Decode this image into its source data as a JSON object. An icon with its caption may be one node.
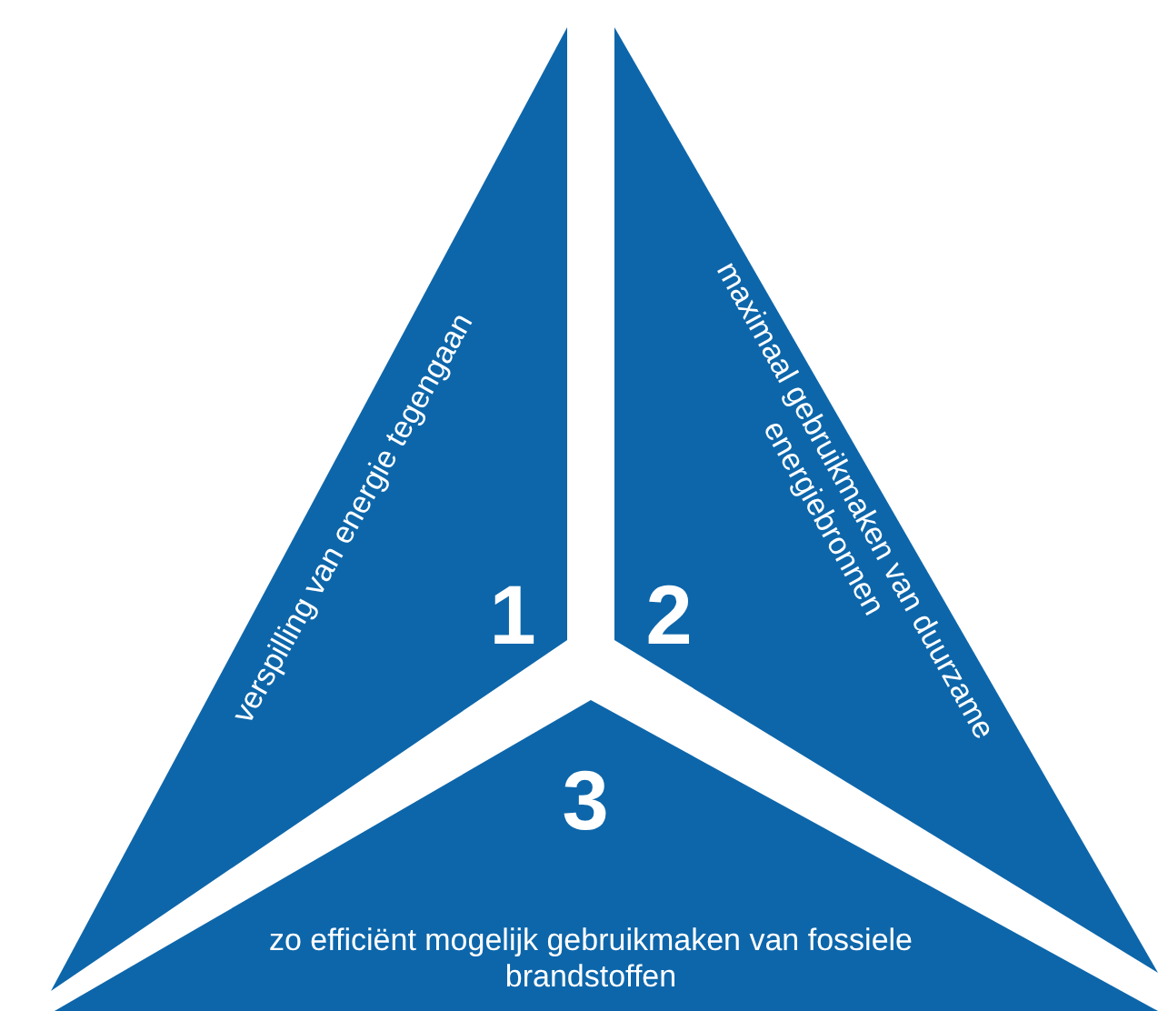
{
  "diagram": {
    "nodes": [
      {
        "text": [
          "1",
          "verspilling van energie tegengaan"
        ]
      },
      {
        "text": [
          "2",
          "maximaal gebruikmaken van duurzame energiebronnen"
        ]
      },
      {
        "text": [
          "3",
          "zo efficiënt mogelijk gebruikmaken van fossiele brandstoffen"
        ]
      }
    ]
  }
}
